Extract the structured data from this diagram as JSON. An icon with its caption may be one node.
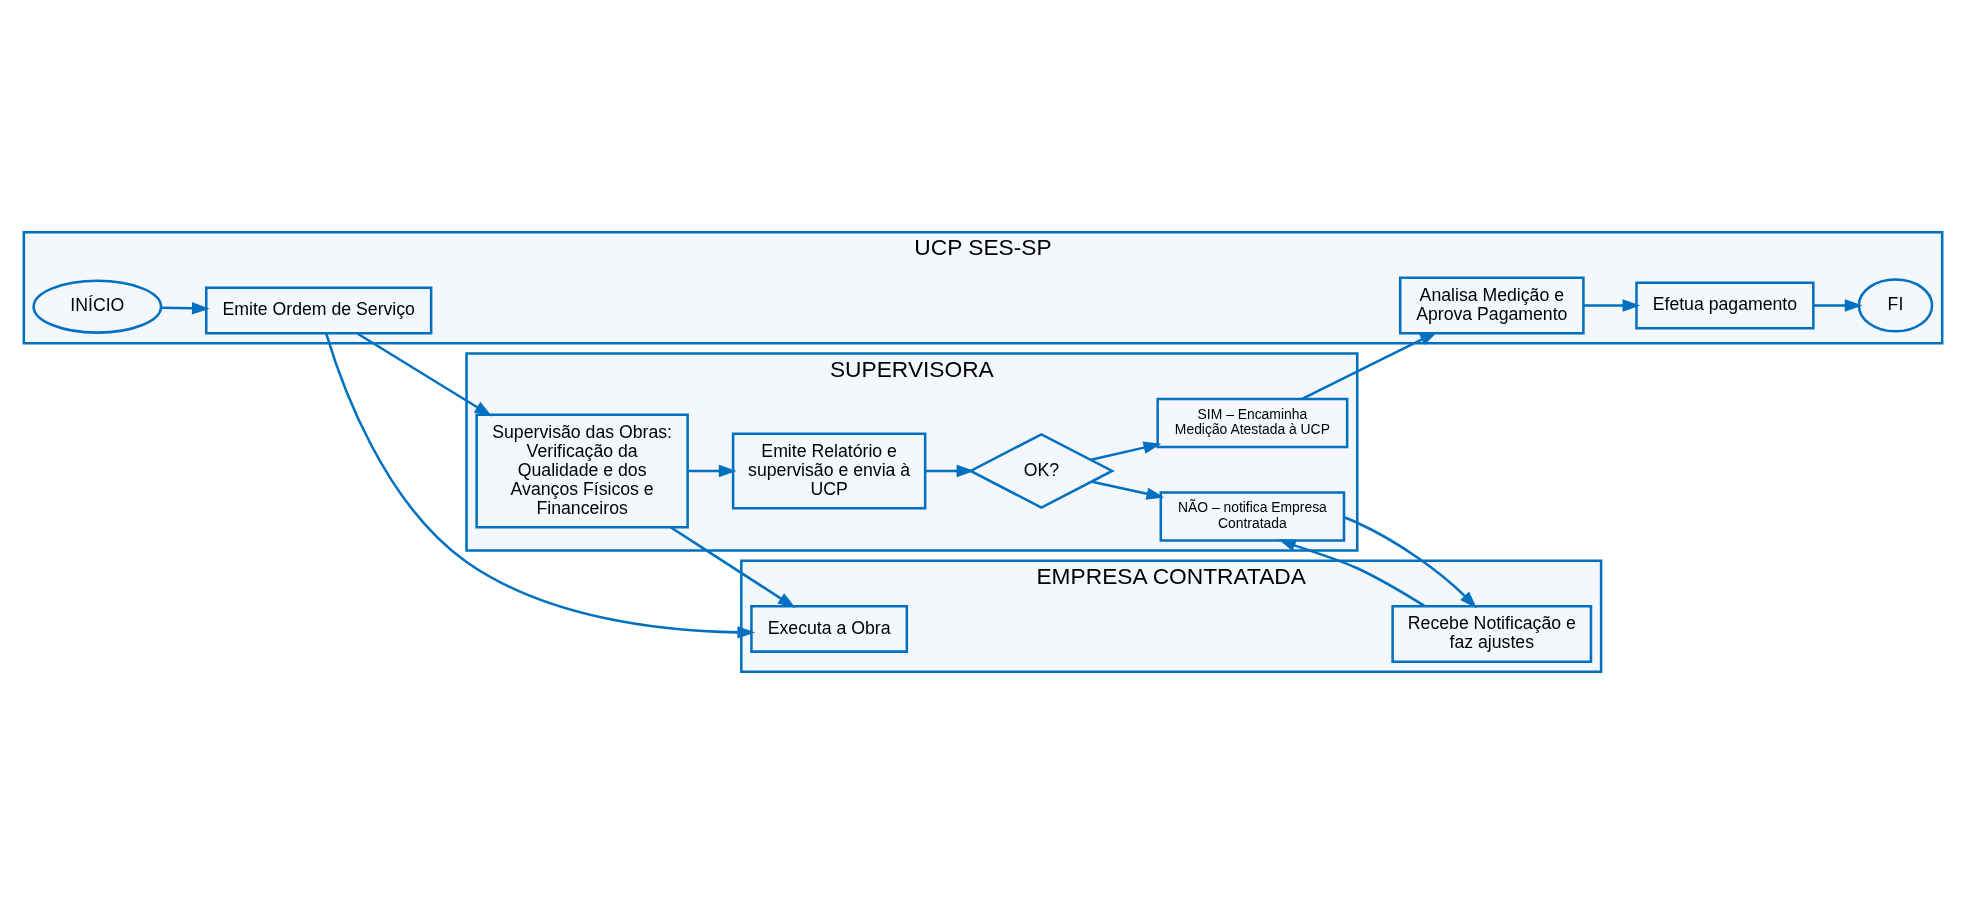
{
  "diagram": {
    "nodes": [
      {
        "text": [
          "UCP SES-SP"
        ]
      },
      {
        "text": [
          "INÍCIO"
        ],
        "in": 0
      },
      {
        "text": [
          "Emite Ordem de Serviço"
        ],
        "in": 0
      },
      {
        "text": [
          "Analisa Medição e Aprova Pagamento"
        ],
        "in": 0
      },
      {
        "text": [
          "Efetua pagamento"
        ],
        "in": 0
      },
      {
        "text": [
          "FI"
        ],
        "in": 0
      },
      {
        "text": [
          "SUPERVISORA"
        ]
      },
      {
        "text": [
          "Supervisão das Obras: Verificação da Qualidade e dos Avanços Físicos e Financeiros"
        ],
        "in": 6
      },
      {
        "text": [
          "Emite Relatório e supervisão e envia à UCP"
        ],
        "in": 6
      },
      {
        "text": [
          "OK?"
        ],
        "in": 6
      },
      {
        "text": [
          "SIM – Encaminha Medição Atestada à UCP"
        ],
        "in": 6
      },
      {
        "text": [
          "NÃO – notifica Empresa Contratada"
        ],
        "in": 6
      },
      {
        "text": [
          "EMPRESA CONTRATADA"
        ]
      },
      {
        "text": [
          "Executa a Obra"
        ],
        "in": 12
      },
      {
        "text": [
          "Recebe Notificação e faz ajustes"
        ],
        "in": 12
      }
    ],
    "edges": [
      {
        "from": 1,
        "to": 2,
        "arrow": "to"
      },
      {
        "from": 2,
        "to": 7,
        "arrow": "to"
      },
      {
        "from": 2,
        "to": 13,
        "arrow": "to"
      },
      {
        "from": 7,
        "to": 13,
        "arrow": "to"
      },
      {
        "from": 7,
        "to": 8,
        "arrow": "to"
      },
      {
        "from": 8,
        "to": 9,
        "arrow": "to"
      },
      {
        "from": 9,
        "to": 10,
        "arrow": "to"
      },
      {
        "from": 9,
        "to": 11,
        "arrow": "to"
      },
      {
        "from": 10,
        "to": 3,
        "arrow": "to"
      },
      {
        "from": 3,
        "to": 4,
        "arrow": "to"
      },
      {
        "from": 4,
        "to": 5,
        "arrow": "to"
      },
      {
        "from": 11,
        "to": 14,
        "arrow": "to"
      },
      {
        "from": 14,
        "to": 11,
        "arrow": "to"
      }
    ]
  }
}
